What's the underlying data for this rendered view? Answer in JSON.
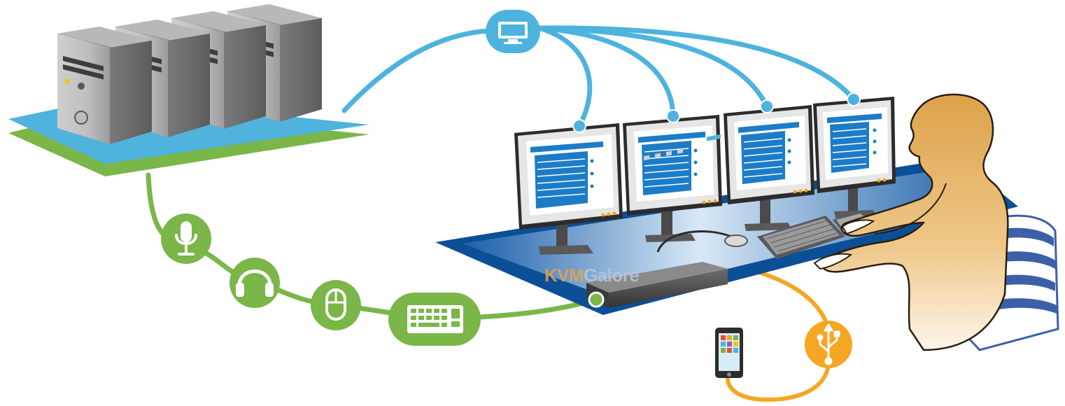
{
  "diagram": {
    "watermark": {
      "part1": "KVM",
      "part2": "Galore",
      "color1": "#e8a24a",
      "color2": "#b9c6d3"
    },
    "colors": {
      "video_link": "#4db3de",
      "peripheral_link": "#7ab648",
      "usb_link": "#f5a623",
      "desk_frame": "#0b4f96",
      "desk_surface": "#cfe3f5",
      "server_body": "#9a9a9a",
      "platform_top": "#4fb3de",
      "platform_bottom": "#7ab648",
      "person_fill": "#e7b15b",
      "chair": "#3d5fa8"
    },
    "nodes": {
      "servers": {
        "icon": "server-tower-icon",
        "count": 4
      },
      "video_hub": {
        "icon": "monitor-icon"
      },
      "monitors": {
        "icon": "monitor-icon",
        "count": 4
      },
      "peripherals": [
        "microphone-icon",
        "headset-icon",
        "mouse-icon",
        "keyboard-icon"
      ],
      "kvm_switch": {
        "icon": "kvm-switch-icon"
      },
      "usb": {
        "icon": "usb-icon"
      },
      "smartphone": {
        "icon": "smartphone-icon"
      },
      "operator": {
        "icon": "person-icon"
      }
    }
  }
}
